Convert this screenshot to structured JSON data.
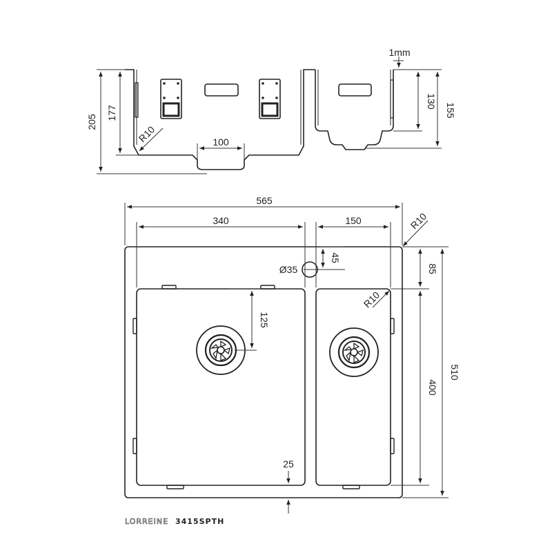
{
  "side_view": {
    "gap_label": "1mm",
    "height_main_total": "205",
    "height_main_inner": "177",
    "height_small_inner": "130",
    "height_small_total": "155",
    "corner_radius": "R10",
    "drain_width": "100"
  },
  "top_view": {
    "overall_width": "565",
    "main_bowl_width": "340",
    "small_bowl_width": "150",
    "outer_radius": "R10",
    "inner_radius": "R10",
    "tap_hole": "Ø35",
    "tap_offset": "45",
    "drain_offset": "125",
    "rim_top": "85",
    "bowl_depth": "400",
    "overall_depth": "510",
    "rim_bottom": "25"
  },
  "caption": {
    "brand": "LORREINE",
    "model": "3415SPTH"
  },
  "colors": {
    "line": "#222222",
    "dimension": "#333333"
  }
}
